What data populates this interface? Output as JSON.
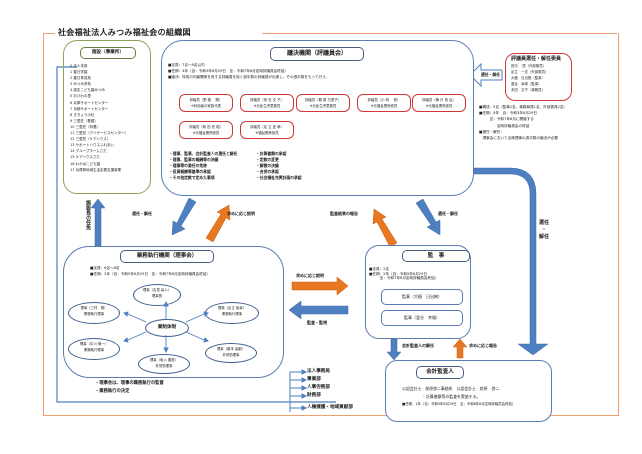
{
  "title": "社会福祉法人みつみ福祉会の組織図",
  "colors": {
    "frame": "#f0a070",
    "blue": "#4e7fc0",
    "orange": "#e87722",
    "red": "#d03838",
    "green": "#8aa25a"
  },
  "facilities": {
    "title": "施設（事業所）",
    "items": [
      "0 法人本部",
      "1 春日学園",
      "2 春日育成苑",
      "3 みつみ学苑",
      "4 認定こども園みつみ",
      "5 おびわの里",
      "6 兵庫サポートセンター",
      "7 京都サポートセンター",
      "8 ききょうの杜",
      "9 三愛荘（養護）",
      "10 三愛荘（特養）",
      "11 三愛荘（デイサービスセンター）",
      "12 三愛荘（ケアハウス）",
      "13 サポートハウスふれあい",
      "14 グループホームさだ",
      "15 ケアハウスさだ",
      "16 わかばこども園",
      "17 兵庫県地域生活定着支援事業"
    ],
    "arrow_label": "施設長の任免"
  },
  "council": {
    "title": "議決機関（評議員会）",
    "info": [
      "■定員：7名～9名以内",
      "■任期：4年（自：令和3年6月29日　至：令和7年6月定時評議員会終結）",
      "■議決：特別の利害関係を有する評議員を除く過半数の評議員が出席し、その過半数をもって行う。"
    ],
    "members": [
      {
        "name": "評議員（野 路　 勝）",
        "role": "※利用者の家族代表"
      },
      {
        "name": "評議員（常 石 文 子）",
        "role": "※元民生児童委員"
      },
      {
        "name": "評議員（楓 原 万里子）",
        "role": "※元民生児童委員"
      },
      {
        "name": "評議員（小 林　 修）",
        "role": "※元福祉関係役員"
      },
      {
        "name": "評議員（梅 戸 良 弘）",
        "role": "※元福祉関係役員"
      },
      {
        "name": "評議員（和 田 史 昭）",
        "role": "※元福祉関係役員"
      },
      {
        "name": "評議員（足 立 宜 孝）",
        "role": "※福祉関係役員"
      }
    ],
    "duties_left": [
      "・理事、監事、会計監査人の選任と解任",
      "・理事、監事の報酬等の決議",
      "・理事等の責任の免除",
      "・役員報酬等基準の承認",
      "・その他定款で定めた事項"
    ],
    "duties_right": [
      "・計算書類の承認",
      "・定款の変更",
      "・解散の決議",
      "・合併の承認",
      "・社会福祉充実計画の承認"
    ]
  },
  "selection_committee": {
    "title": "評議員選任・解任委員",
    "members": [
      "田中　 悟（外部委員）",
      "足立　一志（外部委員）",
      "大植　日出樹（監事）",
      "釜谷　幸雄（監事）",
      "本田　文子（事務員）"
    ],
    "arrow_label": "選任・解任",
    "info": [
      "■構成：5名（監事2名、事務局員1名、外部委員2名）",
      "■任期：4年　自：令和3年6月29日",
      "　　　至：令和7年6月に開催する",
      "　　　　　定時評議員会の終結",
      "■選任・解任：",
      "　理事会において出席理事の過半数の議決が必要"
    ]
  },
  "board": {
    "title": "業務執行機関（理事会）",
    "info": [
      "■定員：6名～8名",
      "■任期：2年（自：令和5年6月29日　至：令和7年6月定時評議員会終結）"
    ],
    "center": "業制体制",
    "directors": [
      {
        "name": "理事（吉見 喜人）",
        "role": "理事長"
      },
      {
        "name": "理事（三村　明）",
        "role": "業務執行理事"
      },
      {
        "name": "理事（足立 裕幸）",
        "role": "業務執行理事"
      },
      {
        "name": "理事（中川 愼一）",
        "role": "業務執行理事"
      },
      {
        "name": "理事（藤本 喜都）",
        "role": "非常勤理事"
      },
      {
        "name": "理事（坂入 豊基）",
        "role": "非常勤理事"
      }
    ],
    "duties": [
      "・理事会は、理事の職務執行の監督",
      "・業務執行の決定"
    ]
  },
  "auditors": {
    "title": "監　事",
    "info": [
      "■定員：2名",
      "■任期：2年（自：令和5年6月29日",
      "　　　至：令和7年6月定時評議員会終結）"
    ],
    "members": [
      "監事（大植　日出樹）",
      "監事（釜谷　幸雄）"
    ]
  },
  "accounting_auditor": {
    "title": "会計監査人",
    "lines": [
      "公認会計士　前原啓二事務所　公認会計士　前原　啓二",
      "・計算書類等の監査を実施する。"
    ],
    "term": "■任期：1年（自：令和5年6月29日　至：令和6年6月定時評議員会終結）"
  },
  "departments": [
    "法人事務局",
    "事業部",
    "人事労務部",
    "財務部",
    "人権擁護・地域貢献部"
  ],
  "arrows": {
    "council_to_board": "選任・解任",
    "board_to_council": "求めに応じ説明",
    "auditor_to_council": "監査結果の報告",
    "council_to_auditor": "選任・解任",
    "board_to_auditor": "求めに応じ説明",
    "auditor_to_board": "監査・監視",
    "appoint_acc_auditor": "会計監査人の解任",
    "acc_auditor_report": "求めに応じ報告",
    "big_right": [
      "選任",
      "・",
      "解任"
    ]
  }
}
